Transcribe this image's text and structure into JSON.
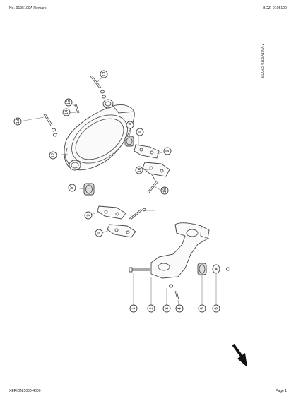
{
  "header": {
    "left": "No. 0105100A   Remark:",
    "right": "BGZ: 0105100"
  },
  "side_code": "EDG0S 0105A100A 2",
  "footer": {
    "left": "XERION 5000-4000",
    "right": "Page 1"
  },
  "callouts": {
    "c1": "1",
    "c2": "2",
    "c3": "3",
    "c4": "4",
    "c5": "5",
    "c6": "6",
    "c9a": "9",
    "c9b": "9",
    "c9c": "9",
    "c9d": "9",
    "c10a": "10",
    "c10b": "10",
    "c12": "12",
    "c13a": "13",
    "c13b": "13",
    "c14": "14",
    "c15": "15",
    "c16a": "16",
    "c16b": "16"
  },
  "colors": {
    "line": "#444444",
    "arrow": "#111111"
  }
}
